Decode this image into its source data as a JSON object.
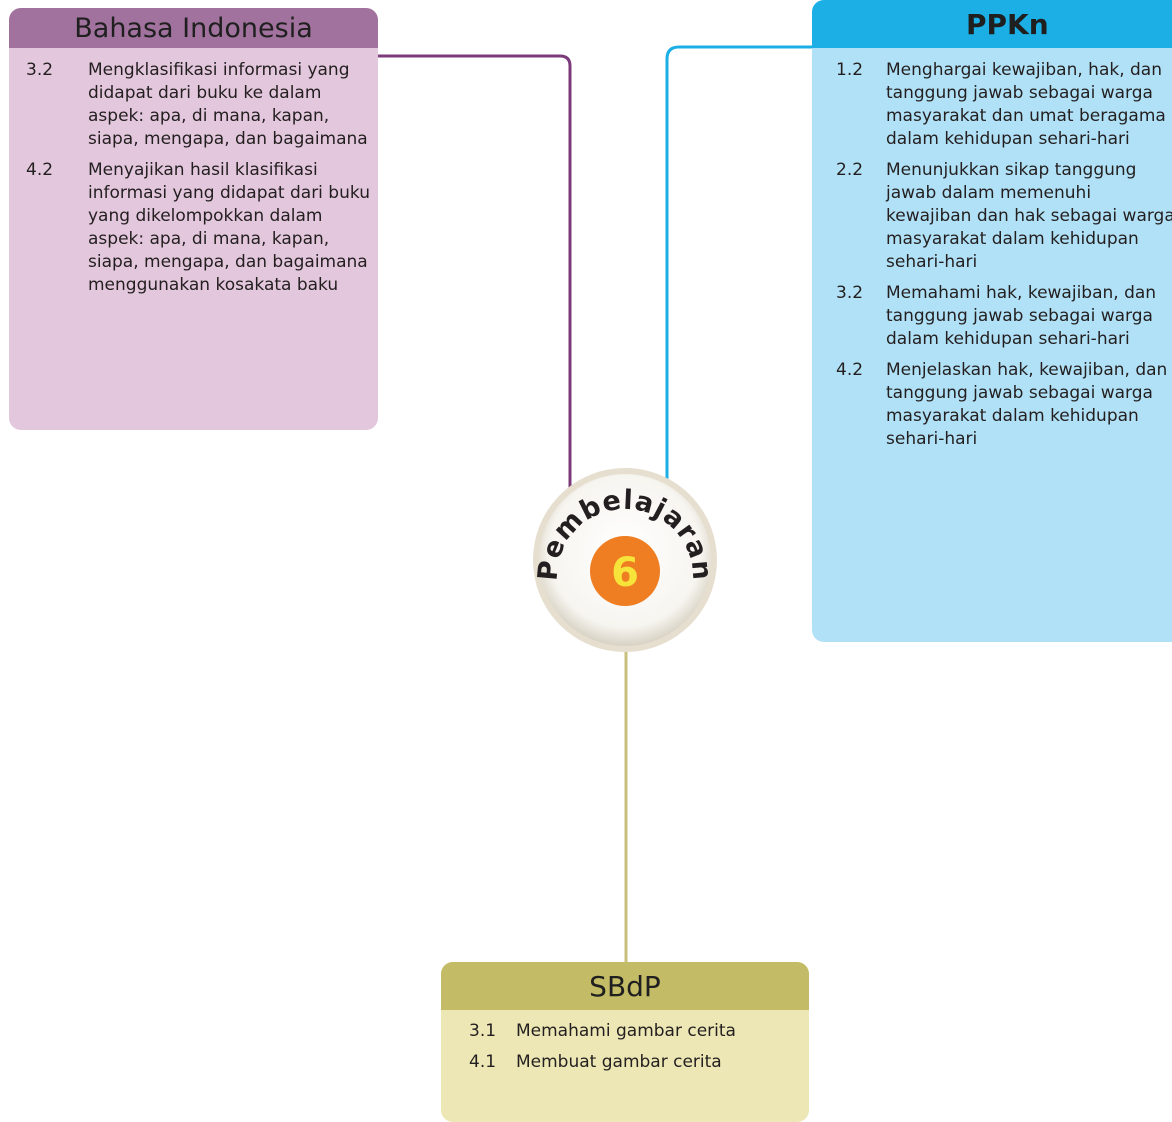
{
  "colors": {
    "bi_header": "#a2729e",
    "bi_body": "#e3c7dc",
    "bi_line": "#7b3a7a",
    "ppkn_header": "#1bafe6",
    "ppkn_body": "#b1e1f6",
    "ppkn_line": "#1bafe6",
    "sbdp_header": "#c3bb65",
    "sbdp_body": "#ece7b4",
    "sbdp_line": "#c8c07c",
    "badge_orange": "#ef7d22",
    "badge_number": "#f6e43a"
  },
  "center": {
    "label": "Pembelajaran",
    "number": "6"
  },
  "bahasa_indonesia": {
    "title": "Bahasa Indonesia",
    "items": [
      {
        "num": "3.2",
        "text": "Mengklasifikasi informasi yang didapat dari buku ke dalam aspek: apa, di mana, kapan, siapa, mengapa, dan bagaimana"
      },
      {
        "num": "4.2",
        "text": "Menyajikan hasil klasifikasi informasi yang didapat dari buku yang dikelompokkan dalam aspek: apa, di mana, kapan, siapa, mengapa, dan bagaimana menggunakan kosakata baku"
      }
    ]
  },
  "ppkn": {
    "title": "PPKn",
    "items": [
      {
        "num": "1.2",
        "text": "Menghargai kewajiban, hak, dan tanggung jawab sebagai warga masyarakat dan umat beragama dalam kehidupan sehari-hari"
      },
      {
        "num": "2.2",
        "text": "Menunjukkan sikap tanggung jawab dalam memenuhi kewajiban dan hak sebagai warga masyarakat dalam kehidupan sehari-hari"
      },
      {
        "num": "3.2",
        "text": "Memahami hak, kewajiban, dan tanggung jawab sebagai warga dalam kehidupan sehari-hari"
      },
      {
        "num": "4.2",
        "text": "Menjelaskan hak, kewajiban, dan tanggung jawab sebagai warga masyarakat dalam kehidupan sehari-hari"
      }
    ]
  },
  "sbdp": {
    "title": "SBdP",
    "items": [
      {
        "num": "3.1",
        "text": "Memahami gambar cerita"
      },
      {
        "num": "4.1",
        "text": "Membuat gambar cerita"
      }
    ]
  }
}
